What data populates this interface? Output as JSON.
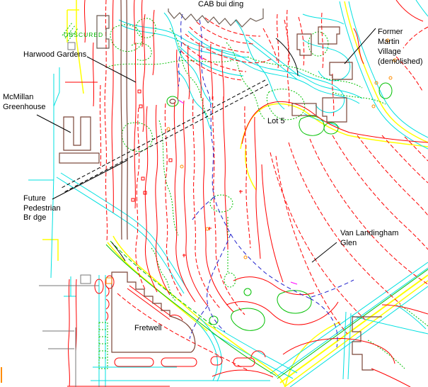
{
  "map": {
    "type": "topographic-site-plan",
    "labels": {
      "cab_building": "CAB bui ding",
      "harwood_gardens": "Harwood Gardens",
      "mcmillan_greenhouse": "McMillan\nGreenhouse",
      "future_pedestrian_bridge": "Future\nPedestrian\nBr dge",
      "lot_5": "Lot 5",
      "van_landingham_glen": "Van Landingham\nGlen",
      "fretwell": "Fretwell",
      "obscured": "OBSCURED"
    },
    "colors": {
      "contour_red": "#ff0000",
      "vegetation_green": "#00c000",
      "water_cyan": "#00e0e0",
      "road_yellow": "#ffff00",
      "stream_blue": "#2222cc",
      "building_brown": "#7a4538",
      "annotation_black": "#000000",
      "street_gray": "#777777",
      "accent_orange": "#ff8c00",
      "accent_magenta": "#ff00ff"
    }
  }
}
